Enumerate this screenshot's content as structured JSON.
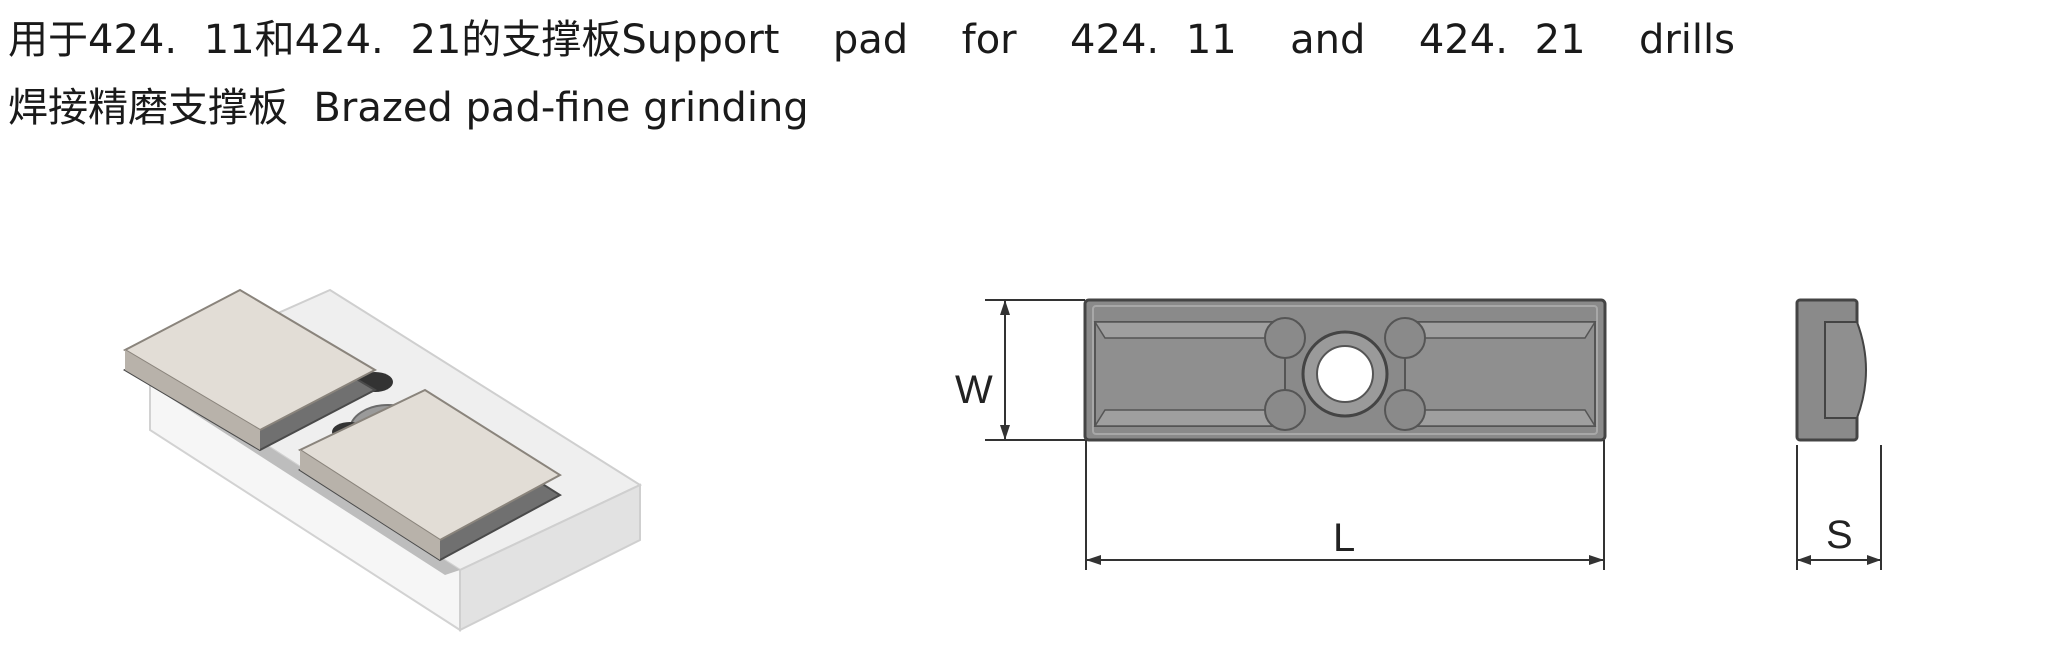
{
  "header": {
    "title_line_1": "用于424. 11和424. 21的支撑板Support  pad  for  424. 11  and  424. 21  drills",
    "title_line_2": "焊接精磨支撑板  Brazed pad-fine grinding"
  },
  "dimensions": {
    "width_label": "W",
    "length_label": "L",
    "thickness_label": "S"
  },
  "colors": {
    "pad_body": "#8a8a8a",
    "pad_outline": "#4a4a4a",
    "brazed_tip": "#d9d4ce",
    "carrier": "#e9e9e9"
  }
}
